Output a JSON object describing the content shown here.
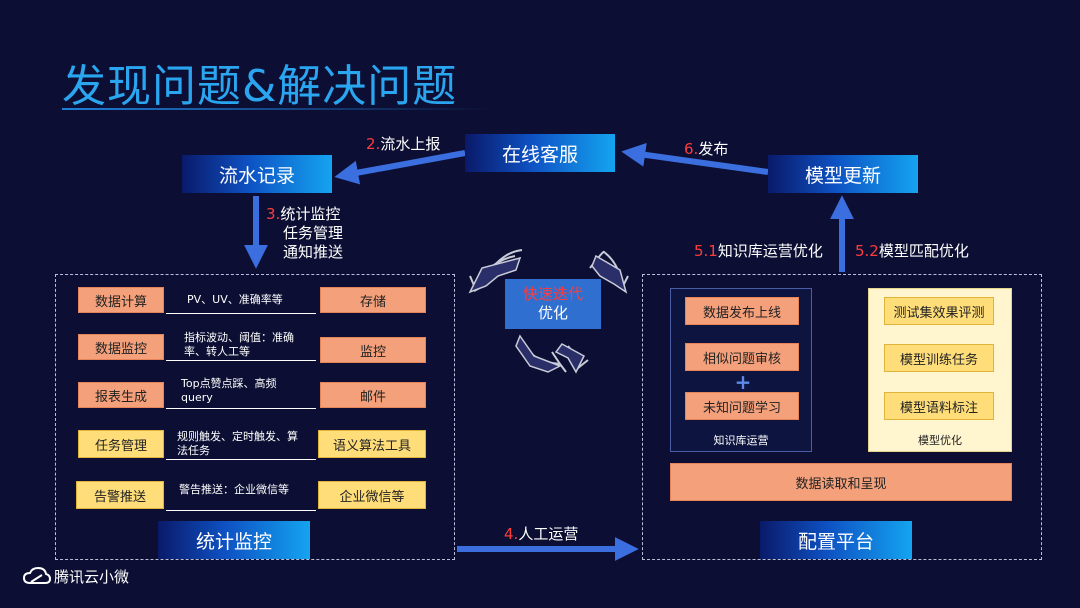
{
  "title": "发现问题&解决问题",
  "nodes": {
    "online_service": "在线客服",
    "flow_record": "流水记录",
    "model_update": "模型更新",
    "stat_monitor": "统计监控",
    "config_platform": "配置平台"
  },
  "edges": {
    "e2_num": "2.",
    "e2_text": "流水上报",
    "e6_num": "6.",
    "e6_text": "发布",
    "e3_num": "3.",
    "e3_line1": "统计监控",
    "e3_line2": "任务管理",
    "e3_line3": "通知推送",
    "e51_num": "5.1",
    "e51_text": "知识库运营优化",
    "e52_num": "5.2",
    "e52_text": "模型匹配优化",
    "e4_num": "4.",
    "e4_text": "人工运营"
  },
  "cycle": {
    "line1": "快速迭代",
    "line2": "优化",
    "line1_color": "#ff3c3c"
  },
  "stat_rows": [
    {
      "left": "数据计算",
      "note": "PV、UV、准确率等",
      "right": "存储"
    },
    {
      "left": "数据监控",
      "note": "指标波动、阈值：准确率、转人工等",
      "right": "监控"
    },
    {
      "left": "报表生成",
      "note": "Top点赞点踩、高频query",
      "right": "邮件"
    },
    {
      "left": "任务管理",
      "note": "规则触发、定时触发、算法任务",
      "right": "语义算法工具"
    },
    {
      "left": "告警推送",
      "note": "警告推送：企业微信等",
      "right": "企业微信等"
    }
  ],
  "kb_ops": {
    "items": [
      "数据发布上线",
      "相似问题审核",
      "未知问题学习"
    ],
    "plus": "+",
    "caption": "知识库运营"
  },
  "model_opt": {
    "items": [
      "测试集效果评测",
      "模型训练任务",
      "模型语料标注"
    ],
    "caption": "模型优化"
  },
  "data_bar": "数据读取和呈现",
  "logo": {
    "text": "腾讯云小微",
    "icon": "cloud-icon"
  },
  "colors": {
    "background": "#0c0f33",
    "title": "#2aa6f0",
    "accent_red": "#ff3c3c",
    "arrow": "#3b6fe0",
    "orange_box": "#f3a07b",
    "yellow_box": "#ffde7a"
  }
}
